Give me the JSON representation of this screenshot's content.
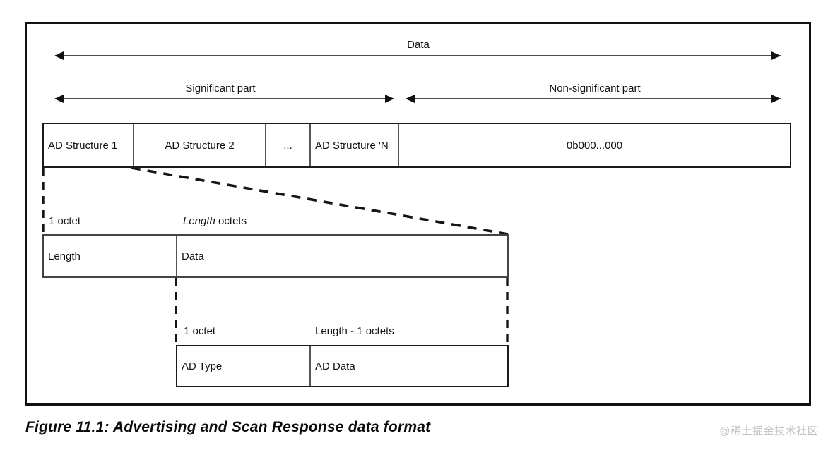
{
  "figure": {
    "caption": "Figure 11.1:  Advertising and Scan Response data format",
    "watermark": "@稀土掘金技术社区",
    "frame_color": "#111111",
    "line_color": "#1a1a1a",
    "cell_border_color": "#555555",
    "text_color": "#111111",
    "watermark_color": "#c2c2c2"
  },
  "span_labels": {
    "data": "Data",
    "significant": "Significant part",
    "non_significant": "Non-significant part"
  },
  "level1": {
    "name": "advertising-data-row",
    "cells": [
      {
        "label": "AD Structure 1",
        "align": "left"
      },
      {
        "label": "AD Structure 2",
        "align": "center"
      },
      {
        "label": "...",
        "align": "center"
      },
      {
        "label": "AD Structure 'N",
        "align": "left"
      },
      {
        "label": "0b000...000",
        "align": "center"
      }
    ]
  },
  "level2": {
    "name": "ad-structure-detail-row",
    "size_labels": [
      {
        "text": "1 octet",
        "italic_prefix": ""
      },
      {
        "text": " octets",
        "italic_prefix": "Length"
      }
    ],
    "cells": [
      {
        "label": "Length",
        "align": "left"
      },
      {
        "label": "Data",
        "align": "left"
      }
    ]
  },
  "level3": {
    "name": "ad-data-detail-row",
    "size_labels": [
      {
        "text": "1  octet"
      },
      {
        "text": "Length - 1 octets"
      }
    ],
    "cells": [
      {
        "label": "AD Type",
        "align": "left"
      },
      {
        "label": "AD Data",
        "align": "left"
      }
    ]
  }
}
